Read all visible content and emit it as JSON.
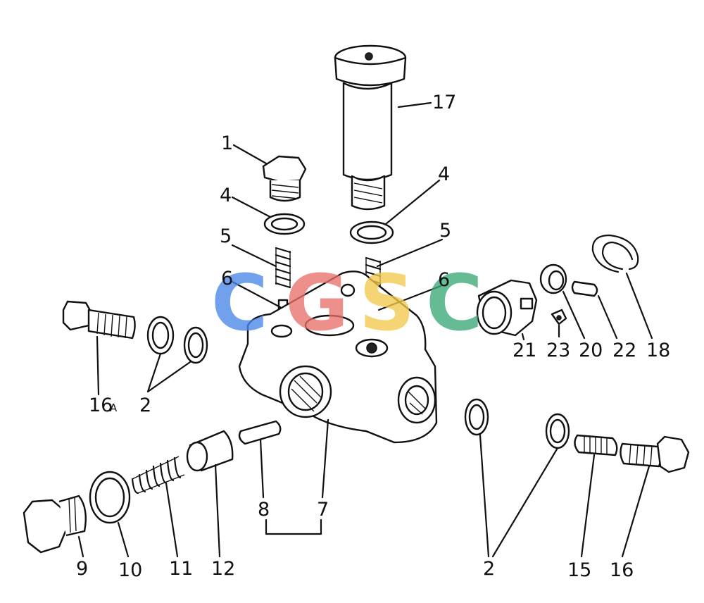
{
  "labels": {
    "p1": "1",
    "p4a": "4",
    "p4b": "4",
    "p5a": "5",
    "p5b": "5",
    "p6a": "6",
    "p6b": "6",
    "p17": "17",
    "p16a_num": "16",
    "p16a_suffix": "A",
    "p2a": "2",
    "p2b": "2",
    "p21": "21",
    "p23": "23",
    "p20": "20",
    "p22": "22",
    "p18": "18",
    "p8": "8",
    "p7": "7",
    "p9": "9",
    "p10": "10",
    "p11": "11",
    "p12": "12",
    "p15": "15",
    "p16": "16"
  },
  "watermark": {
    "letters": [
      "C",
      "G",
      "S",
      "C"
    ],
    "colors": [
      "#4a86e8",
      "#e8706a",
      "#f2c94c",
      "#3aa876"
    ]
  }
}
